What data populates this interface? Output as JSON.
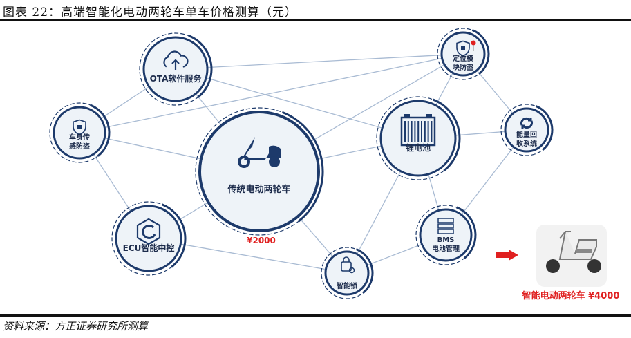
{
  "title": "图表 22：高端智能化电动两轮车单车价格测算（元）",
  "source": "资料来源：方正证券研究所测算",
  "nodes": {
    "ota": {
      "label": "OTA软件服务",
      "icon": "cloud-upload-icon"
    },
    "locator": {
      "label_lines": [
        "定位模",
        "块防盗"
      ],
      "icon": "shield-lock-pin-icon"
    },
    "body_sensor": {
      "label_lines": [
        "车身传",
        "感防盗"
      ],
      "icon": "shield-lock-icon"
    },
    "traditional": {
      "label": "传统电动两轮车",
      "icon": "scooter-icon"
    },
    "battery": {
      "label": "锂电池",
      "icon": "battery-icon"
    },
    "energy": {
      "label_lines": [
        "能量回",
        "收系统"
      ],
      "icon": "refresh-icon"
    },
    "ecu": {
      "label": "ECU智能中控",
      "icon": "hexagon-chip-icon"
    },
    "lock": {
      "label": "智能锁",
      "icon": "smart-lock-icon"
    },
    "bms": {
      "label_lines": [
        "BMS",
        "电池管理"
      ],
      "icon": "server-stack-icon"
    }
  },
  "edges": [
    [
      "ota",
      "locator"
    ],
    [
      "ota",
      "battery"
    ],
    [
      "ota",
      "body_sensor"
    ],
    [
      "ota",
      "traditional"
    ],
    [
      "body_sensor",
      "locator"
    ],
    [
      "body_sensor",
      "traditional"
    ],
    [
      "body_sensor",
      "ecu"
    ],
    [
      "locator",
      "battery"
    ],
    [
      "locator",
      "energy"
    ],
    [
      "locator",
      "traditional"
    ],
    [
      "battery",
      "energy"
    ],
    [
      "battery",
      "traditional"
    ],
    [
      "battery",
      "lock"
    ],
    [
      "battery",
      "bms"
    ],
    [
      "energy",
      "bms"
    ],
    [
      "traditional",
      "ecu"
    ],
    [
      "traditional",
      "lock"
    ],
    [
      "ecu",
      "lock"
    ],
    [
      "lock",
      "bms"
    ]
  ],
  "traditional_price": "¥2000",
  "smart_label": "智能电动两轮车 ¥4000",
  "colors": {
    "node": "#1d3a6b",
    "fill": "#eef3f8",
    "edge": "#a9bbd3",
    "accent": "#e02020"
  }
}
